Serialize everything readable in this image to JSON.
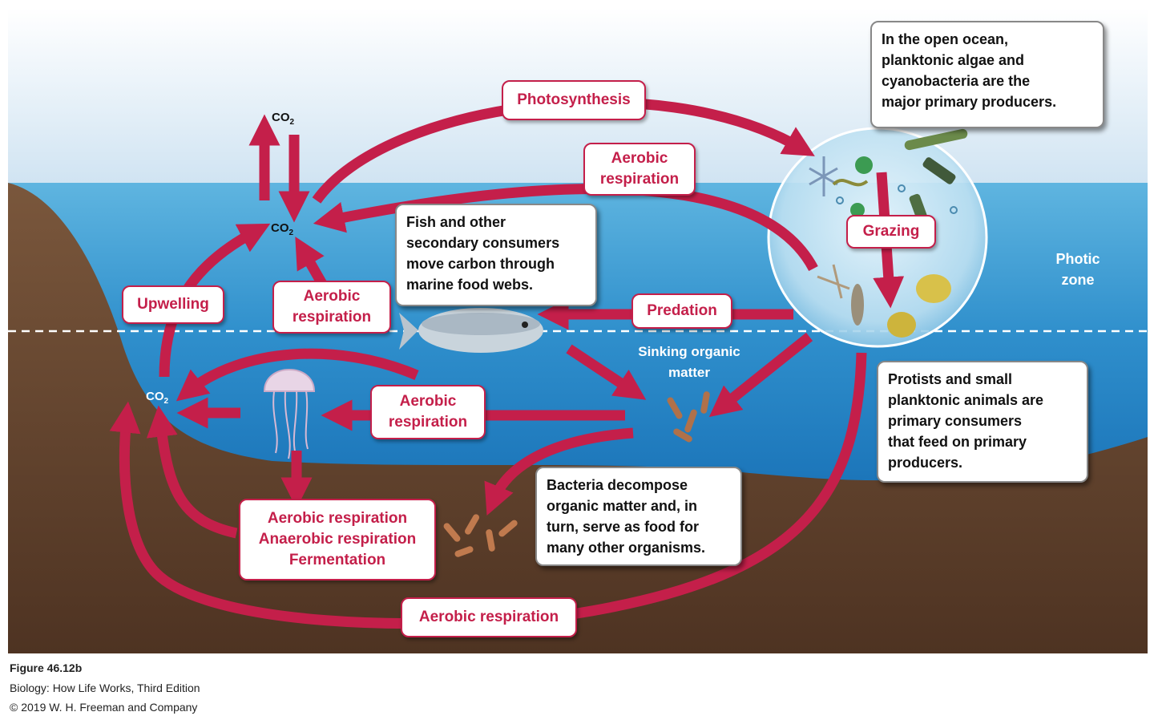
{
  "labels": {
    "photosynthesis": "Photosynthesis",
    "aerobic_top": "Aerobic\nrespiration",
    "grazing": "Grazing",
    "upwelling": "Upwelling",
    "aerobic_left": "Aerobic\nrespiration",
    "predation": "Predation",
    "aerobic_mid": "Aerobic\nrespiration",
    "sediment_processes": "Aerobic respiration\nAnaerobic respiration\nFermentation",
    "aerobic_bottom": "Aerobic respiration"
  },
  "notes": {
    "producers": "In the open ocean,\nplanktonic algae and\ncyanobacteria are the\nmajor primary producers.",
    "fish": "Fish and other\nsecondary consumers\nmove carbon through\nmarine food webs.",
    "consumers": "Protists and small\nplanktonic animals are\nprimary consumers\nthat feed on primary\nproducers.",
    "bacteria": "Bacteria decompose\norganic matter and, in\nturn, serve as food for\nmany other organisms."
  },
  "text": {
    "photic_zone": "Photic\nzone",
    "sinking": "Sinking organic\nmatter",
    "co2_base": "CO",
    "co2_sub": "2"
  },
  "caption": {
    "figure": "Figure 46.12b",
    "book": "Biology: How Life Works, Third Edition",
    "copyright": "© 2019 W. H. Freeman and Company"
  },
  "colors": {
    "arrow": "#c41f4a",
    "sky": "#d8e8f4",
    "water_top": "#4aa6d6",
    "water_deep": "#1c78bd",
    "sediment": "#6b4a33"
  }
}
